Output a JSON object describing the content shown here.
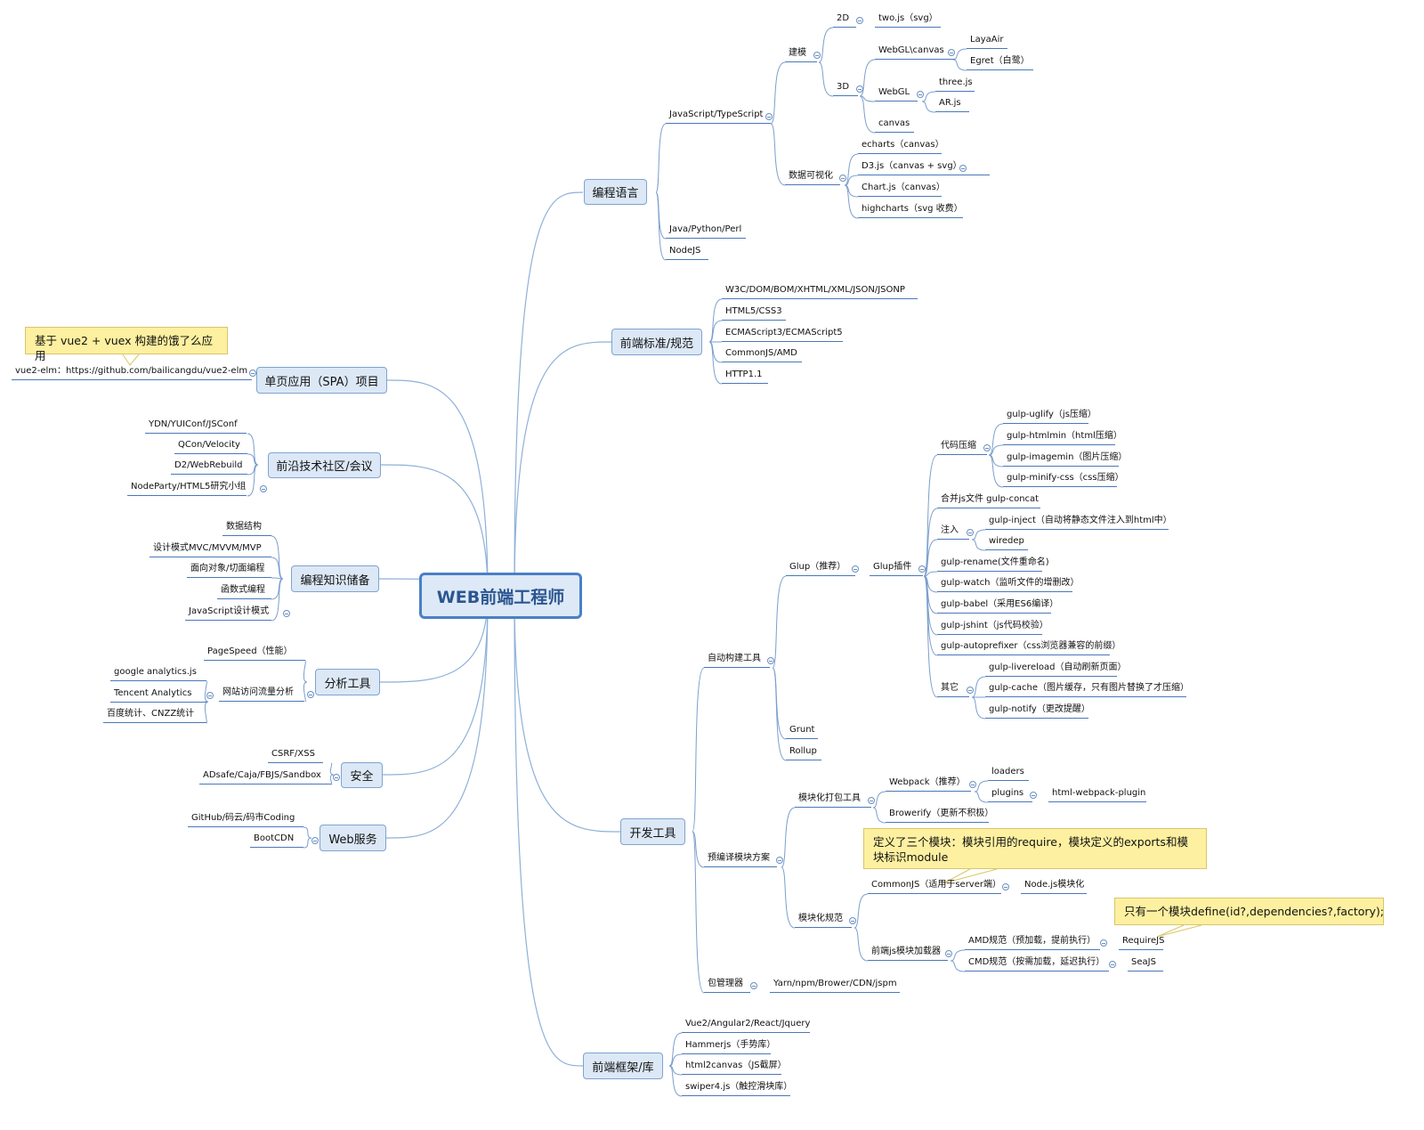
{
  "root": "WEB前端工程师",
  "main": {
    "lang": "编程语言",
    "std": "前端标准/规范",
    "spa": "单页应用（SPA）项目",
    "comm": "前沿技术社区/会议",
    "know": "编程知识储备",
    "ana": "分析工具",
    "sec": "安全",
    "web": "Web服务",
    "dev": "开发工具",
    "fw": "前端框架/库"
  },
  "lang": {
    "js": "JavaScript/TypeScript",
    "model": "建模",
    "d2": "2D",
    "twojs": "two.js（svg）",
    "d3": "3D",
    "webglcanvas": "WebGL\\canvas",
    "layaair": "LayaAir",
    "egret": "Egret（白鹭）",
    "webgl": "WebGL",
    "threejs": "three.js",
    "arjs": "AR.js",
    "canvas": "canvas",
    "viz": "数据可视化",
    "echarts": "echarts（canvas）",
    "d3js": "D3.js（canvas + svg）",
    "chartjs": "Chart.js（canvas）",
    "highcharts": "highcharts（svg 收费）",
    "java": "Java/Python/Perl",
    "node": "NodeJS"
  },
  "std": {
    "w3c": "W3C/DOM/BOM/XHTML/XML/JSON/JSONP",
    "html5": "HTML5/CSS3",
    "ecma": "ECMAScript3/ECMAScript5",
    "commonjs": "CommonJS/AMD",
    "http": "HTTP1.1"
  },
  "spa": {
    "url": "vue2-elm：https://github.com/bailicangdu/vue2-elm",
    "note": "基于 vue2 + vuex 构建的饿了么应用"
  },
  "comm": {
    "ydn": "YDN/YUIConf/JSConf",
    "qcon": "QCon/Velocity",
    "d2": "D2/WebRebuild",
    "nodeparty": "NodeParty/HTML5研究小组"
  },
  "know": {
    "ds": "数据结构",
    "mvc": "设计模式MVC/MVVM/MVP",
    "oop": "面向对象/切面编程",
    "fp": "函数式编程",
    "jsdp": "JavaScript设计模式"
  },
  "ana": {
    "pagespeed": "PageSpeed（性能）",
    "traffic": "网站访问流量分析",
    "ga": "google analytics.js",
    "tencent": "Tencent Analytics",
    "baidu": "百度统计、CNZZ统计"
  },
  "sec": {
    "csrf": "CSRF/XSS",
    "adsafe": "ADsafe/Caja/FBJS/Sandbox"
  },
  "web": {
    "github": "GitHub/码云/码市Coding",
    "bootcdn": "BootCDN"
  },
  "dev": {
    "auto": "自动构建工具",
    "gulp": "Glup（推荐）",
    "gulpplugin": "Glup插件",
    "compress": "代码压缩",
    "uglify": "gulp-uglify（js压缩）",
    "htmlmin": "gulp-htmlmin（html压缩）",
    "imagemin": "gulp-imagemin（图片压缩）",
    "minifycss": "gulp-minify-css（css压缩）",
    "concat": "合并js文件 gulp-concat",
    "inject": "注入",
    "ginject": "gulp-inject（自动将静态文件注入到html中）",
    "wiredep": "wiredep",
    "rename": "gulp-rename(文件重命名)",
    "watch": "gulp-watch（监听文件的增删改）",
    "babel": "gulp-babel（采用ES6编译）",
    "jshint": "gulp-jshint（js代码校验）",
    "autoprefixer": "gulp-autoprefixer（css浏览器兼容的前缀）",
    "other": "其它",
    "livereload": "gulp-livereload（自动刷新页面）",
    "cache": "gulp-cache（图片缓存，只有图片替换了才压缩）",
    "notify": "gulp-notify（更改提醒）",
    "grunt": "Grunt",
    "rollup": "Rollup",
    "precompile": "预编译模块方案",
    "bundler": "模块化打包工具",
    "webpack": "Webpack（推荐）",
    "loaders": "loaders",
    "plugins": "plugins",
    "htmlwp": "html-webpack-plugin",
    "browserify": "Browerify（更新不积极）",
    "note1": "定义了三个模块：模块引用的require，模块定义的exports和模块标识module",
    "spec": "模块化规范",
    "cjs": "CommonJS（适用于server端）",
    "nodemod": "Node.js模块化",
    "loader": "前端js模块加载器",
    "amd": "AMD规范（预加载，提前执行）",
    "requirejs": "RequireJS",
    "cmd": "CMD规范（按需加载，延迟执行）",
    "seajs": "SeaJS",
    "note2": "只有一个模块define(id?,dependencies?,factory);",
    "pkg": "包管理器",
    "yarn": "Yarn/npm/Brower/CDN/jspm"
  },
  "fw": {
    "vue": "Vue2/Angular2/React/Jquery",
    "hammer": "Hammerjs（手势库）",
    "html2canvas": "html2canvas（JS截屏）",
    "swiper": "swiper4.js（触控滑块库）"
  }
}
